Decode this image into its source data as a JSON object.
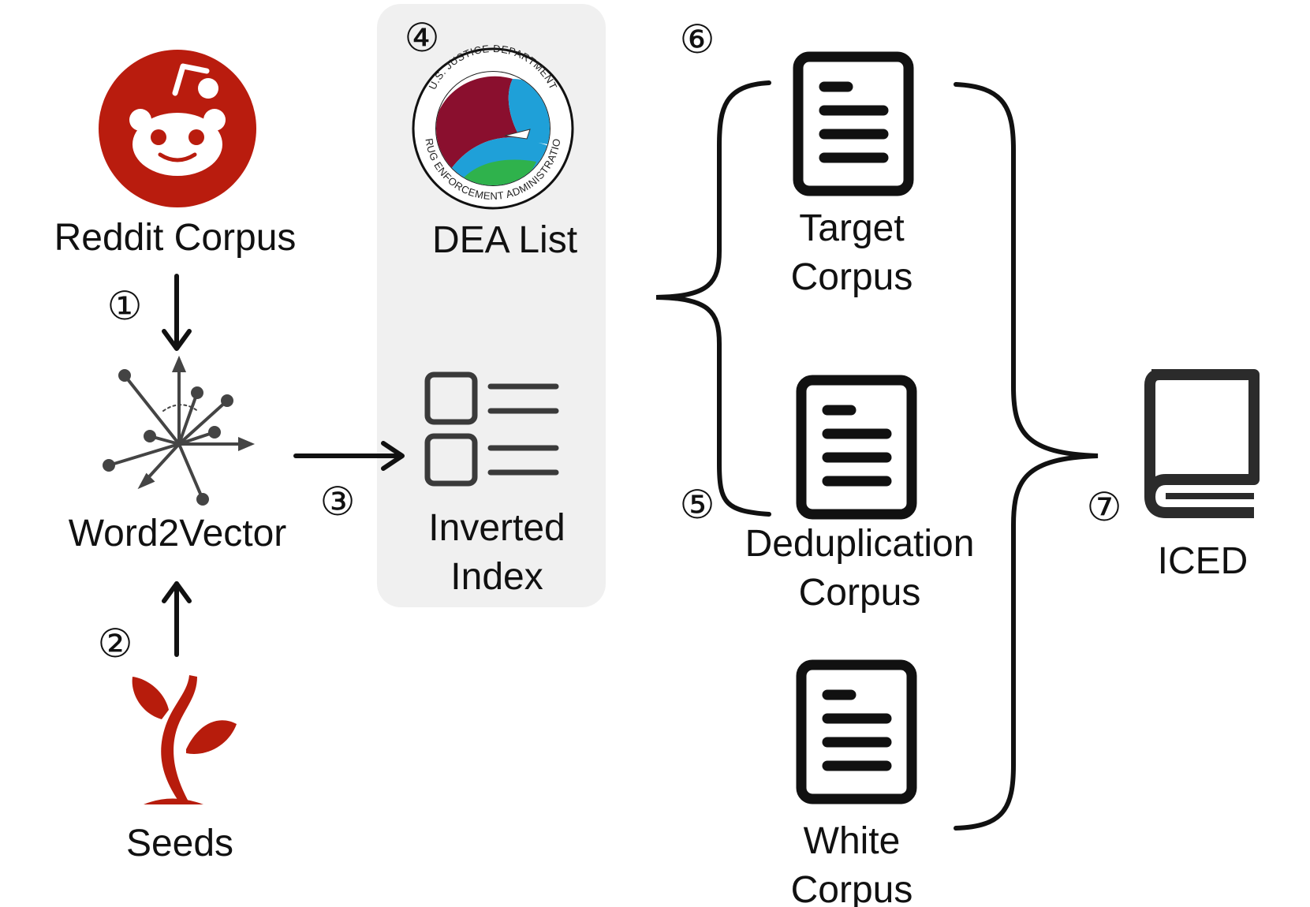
{
  "nodes": {
    "reddit": {
      "label": "Reddit Corpus",
      "icon": "reddit-logo-icon"
    },
    "dea": {
      "label": "DEA List",
      "icon": "dea-seal-icon",
      "seal_top": "U.S. JUSTICE DEPARTMENT",
      "seal_bottom": "DRUG ENFORCEMENT ADMINISTRATION"
    },
    "word2vec": {
      "label": "Word2Vector",
      "icon": "vector-space-icon"
    },
    "inverted": {
      "label_line1": "Inverted",
      "label_line2": "Index",
      "icon": "checklist-icon"
    },
    "seeds": {
      "label": "Seeds",
      "icon": "sprout-icon"
    },
    "target": {
      "label_line1": "Target",
      "label_line2": "Corpus",
      "icon": "document-icon"
    },
    "dedup": {
      "label_line1": "Deduplication",
      "label_line2": "Corpus",
      "icon": "document-icon"
    },
    "white": {
      "label_line1": "White",
      "label_line2": "Corpus",
      "icon": "document-icon"
    },
    "iced": {
      "label": "ICED",
      "icon": "book-icon"
    }
  },
  "steps": {
    "s1": "①",
    "s2": "②",
    "s3": "③",
    "s4": "④",
    "s5": "⑤",
    "s6": "⑥",
    "s7": "⑦"
  },
  "colors": {
    "reddit_red": "#b91c0e",
    "seed_red": "#b71c0c",
    "panel_gray": "#f0f0f0",
    "dea_maroon": "#8a0f2e",
    "dea_blue": "#1fa0d8",
    "dea_green": "#2fb24c",
    "ink": "#111111"
  }
}
